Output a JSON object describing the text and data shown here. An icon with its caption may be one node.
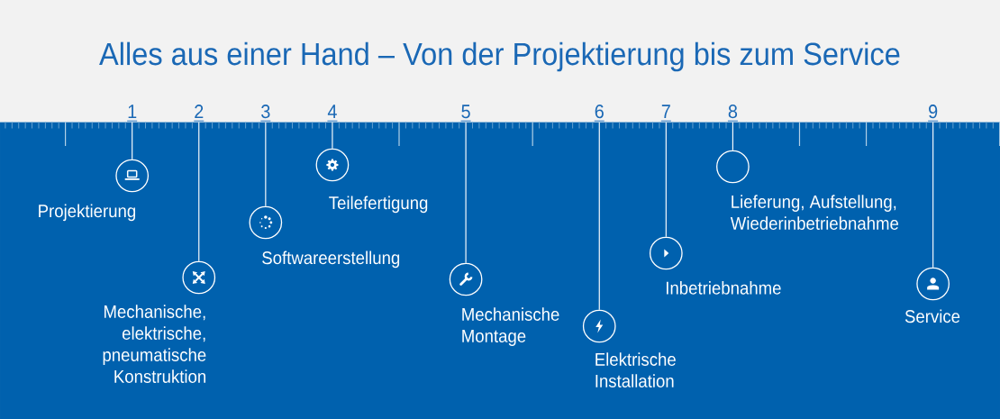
{
  "diagram": {
    "title": "Alles aus einer Hand – Von der Projektierung bis zum Service",
    "nodes": [
      {
        "text": [
          "1"
        ]
      },
      {
        "text": [],
        "shape": "circle",
        "beside": [
          "Projektierung"
        ]
      },
      {
        "text": [
          "2"
        ]
      },
      {
        "text": [],
        "shape": "circle",
        "beside": [
          "Mechanische, elektrische, pneumatische Konstruktion"
        ]
      },
      {
        "text": [
          "3"
        ]
      },
      {
        "text": [],
        "shape": "circle",
        "beside": [
          "Softwareerstellung"
        ]
      },
      {
        "text": [
          "4"
        ]
      },
      {
        "text": [],
        "shape": "circle",
        "beside": [
          "Teilefertigung"
        ]
      },
      {
        "text": [
          "5"
        ]
      },
      {
        "text": [],
        "shape": "circle",
        "beside": [
          "Mechanische Montage"
        ]
      },
      {
        "text": [
          "6"
        ]
      },
      {
        "text": [],
        "shape": "circle",
        "beside": [
          "Elektrische Installation"
        ]
      },
      {
        "text": [
          "7"
        ]
      },
      {
        "text": [],
        "shape": "circle",
        "beside": [
          "Inbetriebnahme"
        ]
      },
      {
        "text": [
          "8"
        ]
      },
      {
        "text": [],
        "shape": "circle",
        "beside": [
          "Lieferung, Aufstellung, Wiederinbetriebnahme"
        ]
      },
      {
        "text": [
          "9"
        ]
      },
      {
        "text": [],
        "shape": "circle",
        "beside": [
          "Service"
        ]
      }
    ],
    "edges": [
      {
        "from": 0,
        "to": 1,
        "arrow": "none"
      },
      {
        "from": 2,
        "to": 3,
        "arrow": "none"
      },
      {
        "from": 4,
        "to": 5,
        "arrow": "none"
      },
      {
        "from": 6,
        "to": 7,
        "arrow": "none"
      },
      {
        "from": 8,
        "to": 9,
        "arrow": "none"
      },
      {
        "from": 10,
        "to": 11,
        "arrow": "none"
      },
      {
        "from": 12,
        "to": 13,
        "arrow": "none"
      },
      {
        "from": 14,
        "to": 15,
        "arrow": "none"
      },
      {
        "from": 16,
        "to": 17,
        "arrow": "none"
      }
    ]
  }
}
